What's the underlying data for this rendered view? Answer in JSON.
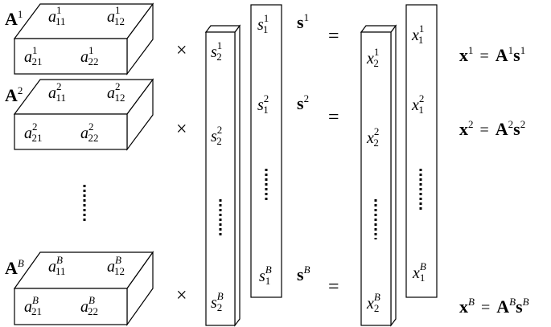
{
  "operators": {
    "times": "×",
    "equals": "="
  },
  "matrices": [
    {
      "name": "A",
      "sup": "1",
      "sup_italic": false,
      "a11": "a",
      "a12": "a",
      "a21": "a",
      "a22": "a",
      "i11": "11",
      "i12": "12",
      "i21": "21",
      "i22": "22"
    },
    {
      "name": "A",
      "sup": "2",
      "sup_italic": false,
      "a11": "a",
      "a12": "a",
      "a21": "a",
      "a22": "a",
      "i11": "11",
      "i12": "12",
      "i21": "21",
      "i22": "22"
    },
    {
      "name": "A",
      "sup": "B",
      "sup_italic": true,
      "a11": "a",
      "a12": "a",
      "a21": "a",
      "a22": "a",
      "i11": "11",
      "i12": "12",
      "i21": "21",
      "i22": "22"
    }
  ],
  "s_front": [
    {
      "var": "s",
      "sub": "2",
      "sup": "1",
      "sup_italic": false
    },
    {
      "var": "s",
      "sub": "2",
      "sup": "2",
      "sup_italic": false
    },
    {
      "var": "s",
      "sub": "2",
      "sup": "B",
      "sup_italic": true
    }
  ],
  "s_back": [
    {
      "var": "s",
      "sub": "1",
      "sup": "1",
      "sup_italic": false
    },
    {
      "var": "s",
      "sub": "1",
      "sup": "2",
      "sup_italic": false
    },
    {
      "var": "s",
      "sub": "1",
      "sup": "B",
      "sup_italic": true
    }
  ],
  "s_labels": [
    {
      "name": "s",
      "sup": "1",
      "sup_italic": false
    },
    {
      "name": "s",
      "sup": "2",
      "sup_italic": false
    },
    {
      "name": "s",
      "sup": "B",
      "sup_italic": true
    }
  ],
  "x_front": [
    {
      "var": "x",
      "sub": "2",
      "sup": "1",
      "sup_italic": false
    },
    {
      "var": "x",
      "sub": "2",
      "sup": "2",
      "sup_italic": false
    },
    {
      "var": "x",
      "sub": "2",
      "sup": "B",
      "sup_italic": true
    }
  ],
  "x_back": [
    {
      "var": "x",
      "sub": "1",
      "sup": "1",
      "sup_italic": false
    },
    {
      "var": "x",
      "sub": "1",
      "sup": "2",
      "sup_italic": false
    },
    {
      "var": "x",
      "sub": "1",
      "sup": "B",
      "sup_italic": true
    }
  ],
  "equations": [
    {
      "lhs": "x",
      "lhs_sup": "1",
      "eq": "=",
      "A": "A",
      "A_sup": "1",
      "s": "s",
      "s_sup": "1",
      "sup_italic": false
    },
    {
      "lhs": "x",
      "lhs_sup": "2",
      "eq": "=",
      "A": "A",
      "A_sup": "2",
      "s": "s",
      "s_sup": "2",
      "sup_italic": false
    },
    {
      "lhs": "x",
      "lhs_sup": "B",
      "eq": "=",
      "A": "A",
      "A_sup": "B",
      "s": "s",
      "s_sup": "B",
      "sup_italic": true
    }
  ]
}
